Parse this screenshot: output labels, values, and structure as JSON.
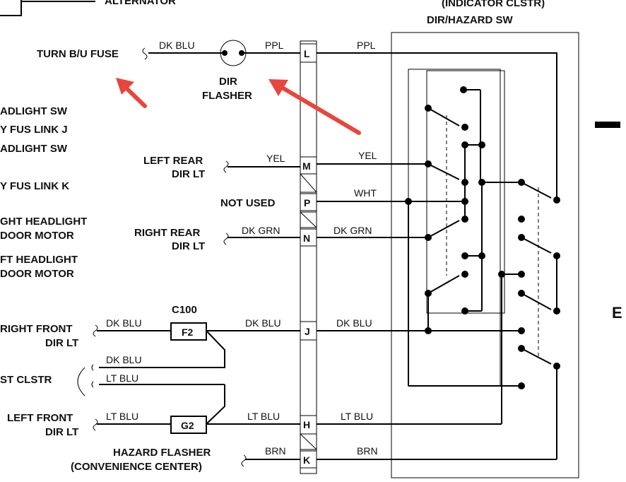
{
  "labels": {
    "alternator": "ALTERNATOR",
    "indicator_clstr": "(INDICATOR CLSTR)",
    "dir_hazard_sw": "DIR/HAZARD SW",
    "turn_bu_fuse": "TURN B/U FUSE",
    "dir": "DIR",
    "flasher": "FLASHER",
    "headlight_sw_1": "ADLIGHT SW",
    "fus_link_j": "Y FUS LINK J",
    "headlight_sw_2": "ADLIGHT SW",
    "fus_link_k": "Y FUS LINK K",
    "right_headlight": "GHT HEADLIGHT",
    "door_motor_1": "DOOR MOTOR",
    "left_headlight": "FT HEADLIGHT",
    "door_motor_2": "DOOR MOTOR",
    "left_rear": "LEFT REAR",
    "dir_lt_1": "DIR LT",
    "not_used": "NOT USED",
    "right_rear": "RIGHT REAR",
    "dir_lt_2": "DIR LT",
    "c100": "C100",
    "right_front": "RIGHT FRONT",
    "dir_lt_3": "DIR LT",
    "st_clstr": "ST CLSTR",
    "left_front": "LEFT FRONT",
    "dir_lt_4": "DIR LT",
    "hazard_flasher": "HAZARD FLASHER",
    "convenience_center": "(CONVENIENCE CENTER)",
    "right_edge_letter": "E"
  },
  "wires": {
    "dk_blu_fuse": "DK BLU",
    "ppl_left": "PPL",
    "ppl_right": "PPL",
    "yel_left": "YEL",
    "yel_right": "YEL",
    "wht": "WHT",
    "dk_grn_left": "DK GRN",
    "dk_grn_right": "DK GRN",
    "dk_blu_rf": "DK BLU",
    "dk_blu_j_left": "DK BLU",
    "dk_blu_j_right": "DK BLU",
    "dk_blu_clstr": "DK BLU",
    "lt_blu_clstr": "LT BLU",
    "lt_blu_lf": "LT BLU",
    "lt_blu_h_left": "LT BLU",
    "lt_blu_h_right": "LT BLU",
    "brn_left": "BRN",
    "brn_right": "BRN"
  },
  "pins": {
    "L": "L",
    "M": "M",
    "P": "P",
    "N": "N",
    "J": "J",
    "H": "H",
    "K": "K",
    "F2": "F2",
    "G2": "G2"
  },
  "colors": {
    "annotation_arrow": "#e8453c",
    "ink": "#000000"
  }
}
